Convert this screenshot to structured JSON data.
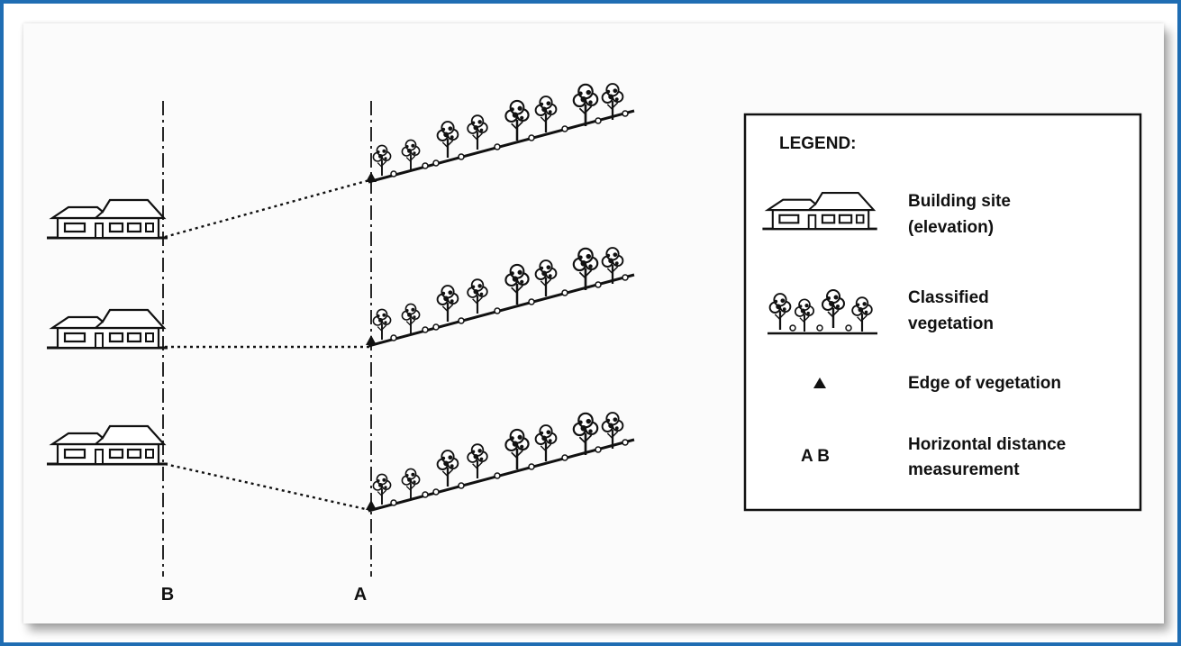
{
  "diagram": {
    "axis_labels": {
      "b": "B",
      "a": "A"
    },
    "legend": {
      "title": "LEGEND:",
      "building_line1": "Building site",
      "building_line2": "(elevation)",
      "vegetation_line1": "Classified",
      "vegetation_line2": "vegetation",
      "edge": "Edge of vegetation",
      "ab_symbol": "A B",
      "distance_line1": "Horizontal distance",
      "distance_line2": "measurement"
    },
    "colors": {
      "frame": "#1f6db3",
      "ink": "#111111",
      "paper": "#fbfbfb"
    },
    "icons": [
      "house-icon",
      "tree-icon",
      "triangle-marker-icon"
    ]
  }
}
